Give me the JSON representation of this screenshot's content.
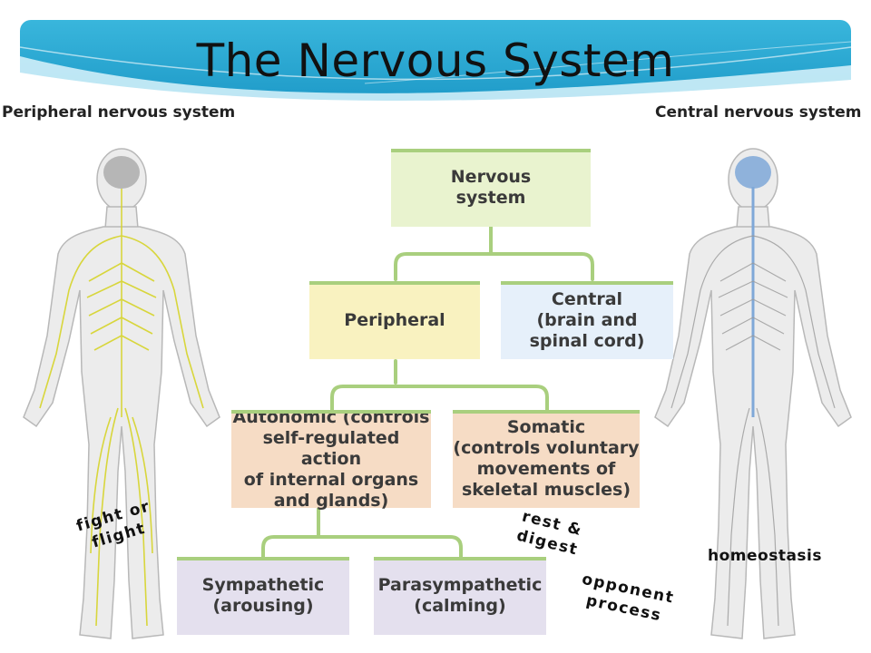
{
  "title": "The Nervous System",
  "labels": {
    "peripheral_system": "Peripheral nervous system",
    "central_system": "Central nervous system"
  },
  "boxes": {
    "nervous_system": "Nervous\nsystem",
    "peripheral": "Peripheral",
    "central": "Central\n(brain and\nspinal cord)",
    "autonomic": "Autonomic (controls\nself-regulated action\nof internal organs\nand glands)",
    "somatic": "Somatic\n(controls voluntary\nmovements of\nskeletal muscles)",
    "sympathetic": "Sympathetic\n(arousing)",
    "parasympathetic": "Parasympathetic\n(calming)"
  },
  "annotations": {
    "fight_or_flight": "fight or\nflight",
    "rest_and_digest": "rest &\ndigest",
    "opponent_process": "opponent\nprocess",
    "homeostasis": "homeostasis"
  },
  "colors": {
    "banner": "#2aa6cf",
    "nervous_box": "#e9f3cf",
    "peripheral_box": "#f9f2c0",
    "central_box": "#e6f0fa",
    "autonomic_box": "#f6dcc5",
    "somatic_box": "#f6dcc5",
    "sympathetic_box": "#e4e0ee",
    "parasympathetic_box": "#e4e0ee",
    "connector": "#a9cf7e"
  }
}
